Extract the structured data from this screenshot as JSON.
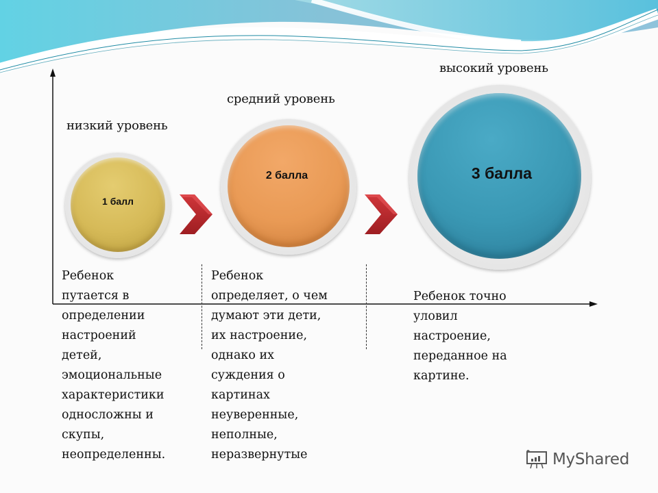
{
  "levels": [
    {
      "title": "низкий уровень",
      "score_label": "1 балл",
      "color": "#d8bc5a",
      "description_lines": [
        "Ребенок",
        "путается в",
        "определении",
        "настроений",
        "детей,",
        "эмоциональные",
        "характеристики",
        "односложны и",
        "скупы,",
        "неопределенны."
      ]
    },
    {
      "title": "средний уровень",
      "score_label": "2 балла",
      "color": "#e99a55",
      "description_lines": [
        "Ребенок",
        "определяет, о чем",
        "думают эти дети,",
        "их настроение,",
        "однако их",
        "суждения о",
        "картинах",
        "неуверенные,",
        "неполные,",
        "неразвернутые"
      ]
    },
    {
      "title": "высокий уровень",
      "score_label": "3 балла",
      "color": "#3a98b4",
      "description_lines": [
        "Ребенок точно",
        "уловил",
        "настроение,",
        "переданное на",
        "картине."
      ]
    }
  ],
  "arrows": {
    "color": "#b8262b",
    "count": 2
  },
  "watermark": {
    "text": "MyShared"
  }
}
